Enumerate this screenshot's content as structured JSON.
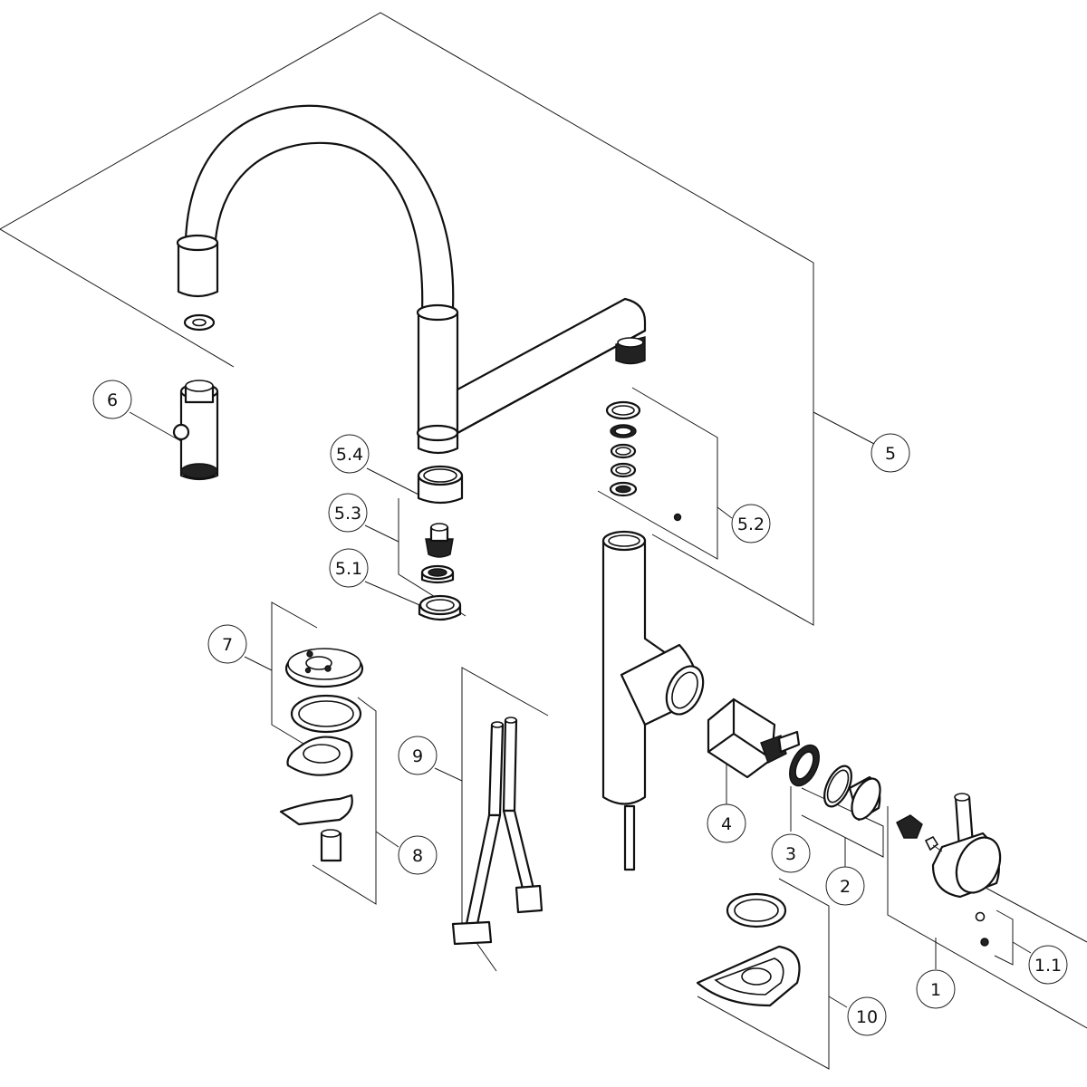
{
  "callouts": {
    "c1": "1",
    "c1_1": "1.1",
    "c2": "2",
    "c3": "3",
    "c4": "4",
    "c5": "5",
    "c5_1": "5.1",
    "c5_2": "5.2",
    "c5_3": "5.3",
    "c5_4": "5.4",
    "c6": "6",
    "c7": "7",
    "c8": "8",
    "c9": "9",
    "c10": "10"
  }
}
